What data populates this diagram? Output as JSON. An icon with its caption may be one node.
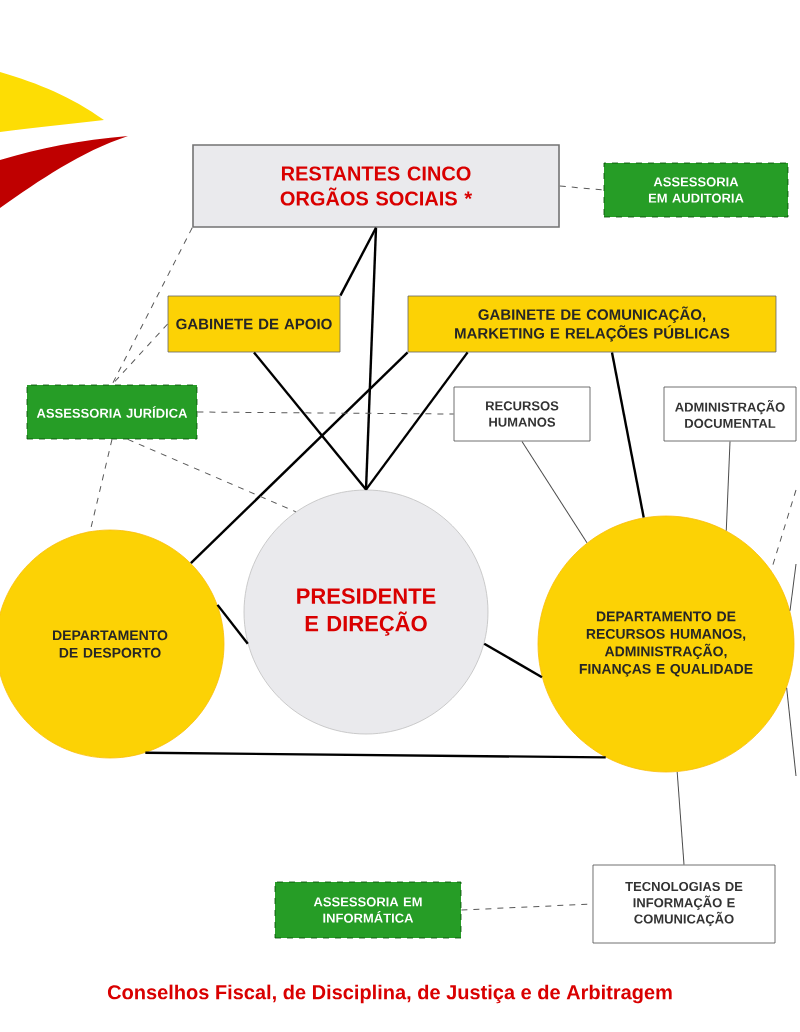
{
  "diagram": {
    "nodes": [
      {
        "text": [
          "RESTANTES CINCO ORGÃOS SOCIAIS *"
        ]
      },
      {
        "text": [
          "ASSESSORIA EM AUDITORIA"
        ]
      },
      {
        "text": [
          "GABINETE DE APOIO"
        ]
      },
      {
        "text": [
          "GABINETE DE COMUNICAÇÃO, MARKETING E RELAÇÕES PÚBLICAS"
        ]
      },
      {
        "text": [
          "ASSESSORIA JURÍDICA"
        ]
      },
      {
        "text": [
          "RECURSOS HUMANOS"
        ]
      },
      {
        "text": [
          "ADMINISTRAÇÃO DOCUMENTAL"
        ]
      },
      {
        "text": [
          "DEPARTAMENTO DE DESPORTO"
        ]
      },
      {
        "text": [
          "PRESIDENTE E DIREÇÃO"
        ]
      },
      {
        "text": [
          "DEPARTAMENTO DE RECURSOS HUMANOS, ADMINISTRAÇÃO, FINANÇAS E QUALIDADE"
        ]
      },
      {
        "text": [
          "ASSESSORIA EM INFORMÁTICA"
        ]
      },
      {
        "text": [
          "TECNOLOGIAS DE INFORMAÇÃO E COMUNICAÇÃO"
        ]
      }
    ],
    "edges": [
      {
        "from": 0,
        "to": 2,
        "arrow": "none"
      },
      {
        "from": 0,
        "to": 8,
        "arrow": "none"
      },
      {
        "from": 2,
        "to": 8,
        "arrow": "none"
      },
      {
        "from": 3,
        "to": 8,
        "arrow": "none"
      },
      {
        "from": 3,
        "to": 7,
        "arrow": "none"
      },
      {
        "from": 3,
        "to": 9,
        "arrow": "none"
      },
      {
        "from": 7,
        "to": 8,
        "arrow": "none"
      },
      {
        "from": 8,
        "to": 9,
        "arrow": "none"
      },
      {
        "from": 7,
        "to": 9,
        "arrow": "none"
      },
      {
        "from": 0,
        "to": 1,
        "arrow": "none",
        "style": "dashed"
      },
      {
        "from": 0,
        "to": 4,
        "arrow": "none",
        "style": "dashed"
      },
      {
        "from": 2,
        "to": 4,
        "arrow": "none",
        "style": "dashed"
      },
      {
        "from": 4,
        "to": 7,
        "arrow": "none",
        "style": "dashed"
      },
      {
        "from": 4,
        "to": 5,
        "arrow": "none",
        "style": "dashed"
      },
      {
        "from": 4,
        "to": 8,
        "arrow": "none",
        "style": "dashed"
      },
      {
        "from": 5,
        "to": 9,
        "arrow": "none"
      },
      {
        "from": 6,
        "to": 9,
        "arrow": "none"
      },
      {
        "from": null,
        "to": 9,
        "arrow": "none",
        "style": "dashed"
      },
      {
        "from": null,
        "to": 9,
        "arrow": "none"
      },
      {
        "from": null,
        "to": 9,
        "arrow": "none"
      },
      {
        "from": 11,
        "to": 9,
        "arrow": "none"
      },
      {
        "from": 10,
        "to": 11,
        "arrow": "none",
        "style": "dashed"
      }
    ],
    "labels": [
      "Conselhos Fiscal, de Disciplina, de Justiça e de Arbitragem"
    ]
  }
}
